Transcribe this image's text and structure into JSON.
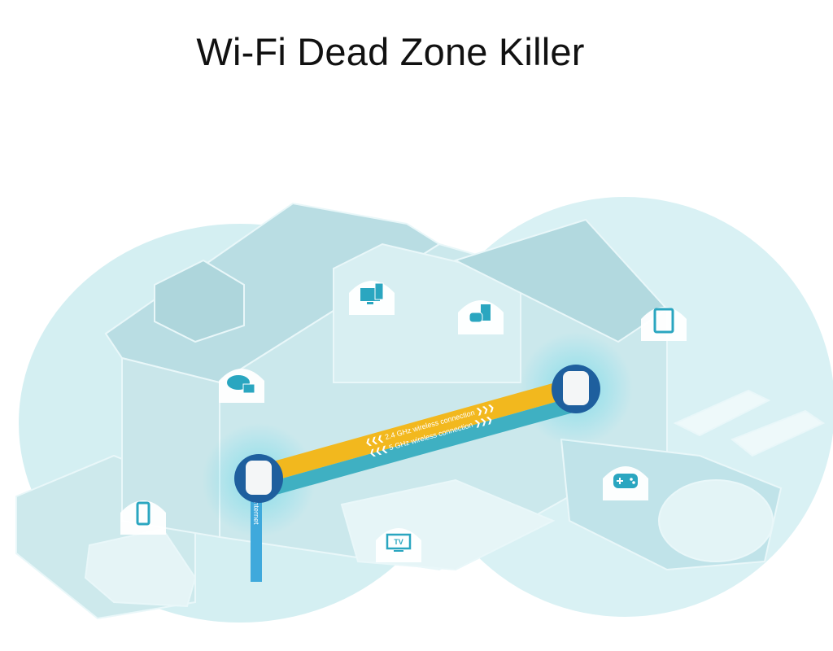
{
  "title": "Wi-Fi Dead Zone Killer",
  "connections": {
    "band_24": "2.4 GHz wireless connection",
    "band_5": "5 GHz wireless connection",
    "wired": "Internet"
  },
  "devices": [
    {
      "icon": "cloud-folder-icon"
    },
    {
      "icon": "monitor-icon"
    },
    {
      "icon": "game-console-icon"
    },
    {
      "icon": "tablet-icon"
    },
    {
      "icon": "smartphone-icon"
    },
    {
      "icon": "tv-icon",
      "label": "TV"
    },
    {
      "icon": "gamepad-icon"
    }
  ],
  "colors": {
    "coverage": "#d4eff2",
    "house": "#bfe2e6",
    "band_24": "#f2b81e",
    "band_5": "#3fb0c2",
    "router_ring": "#1e5f9e",
    "cable": "#3fa9dc",
    "icon": "#2aa6c0"
  }
}
